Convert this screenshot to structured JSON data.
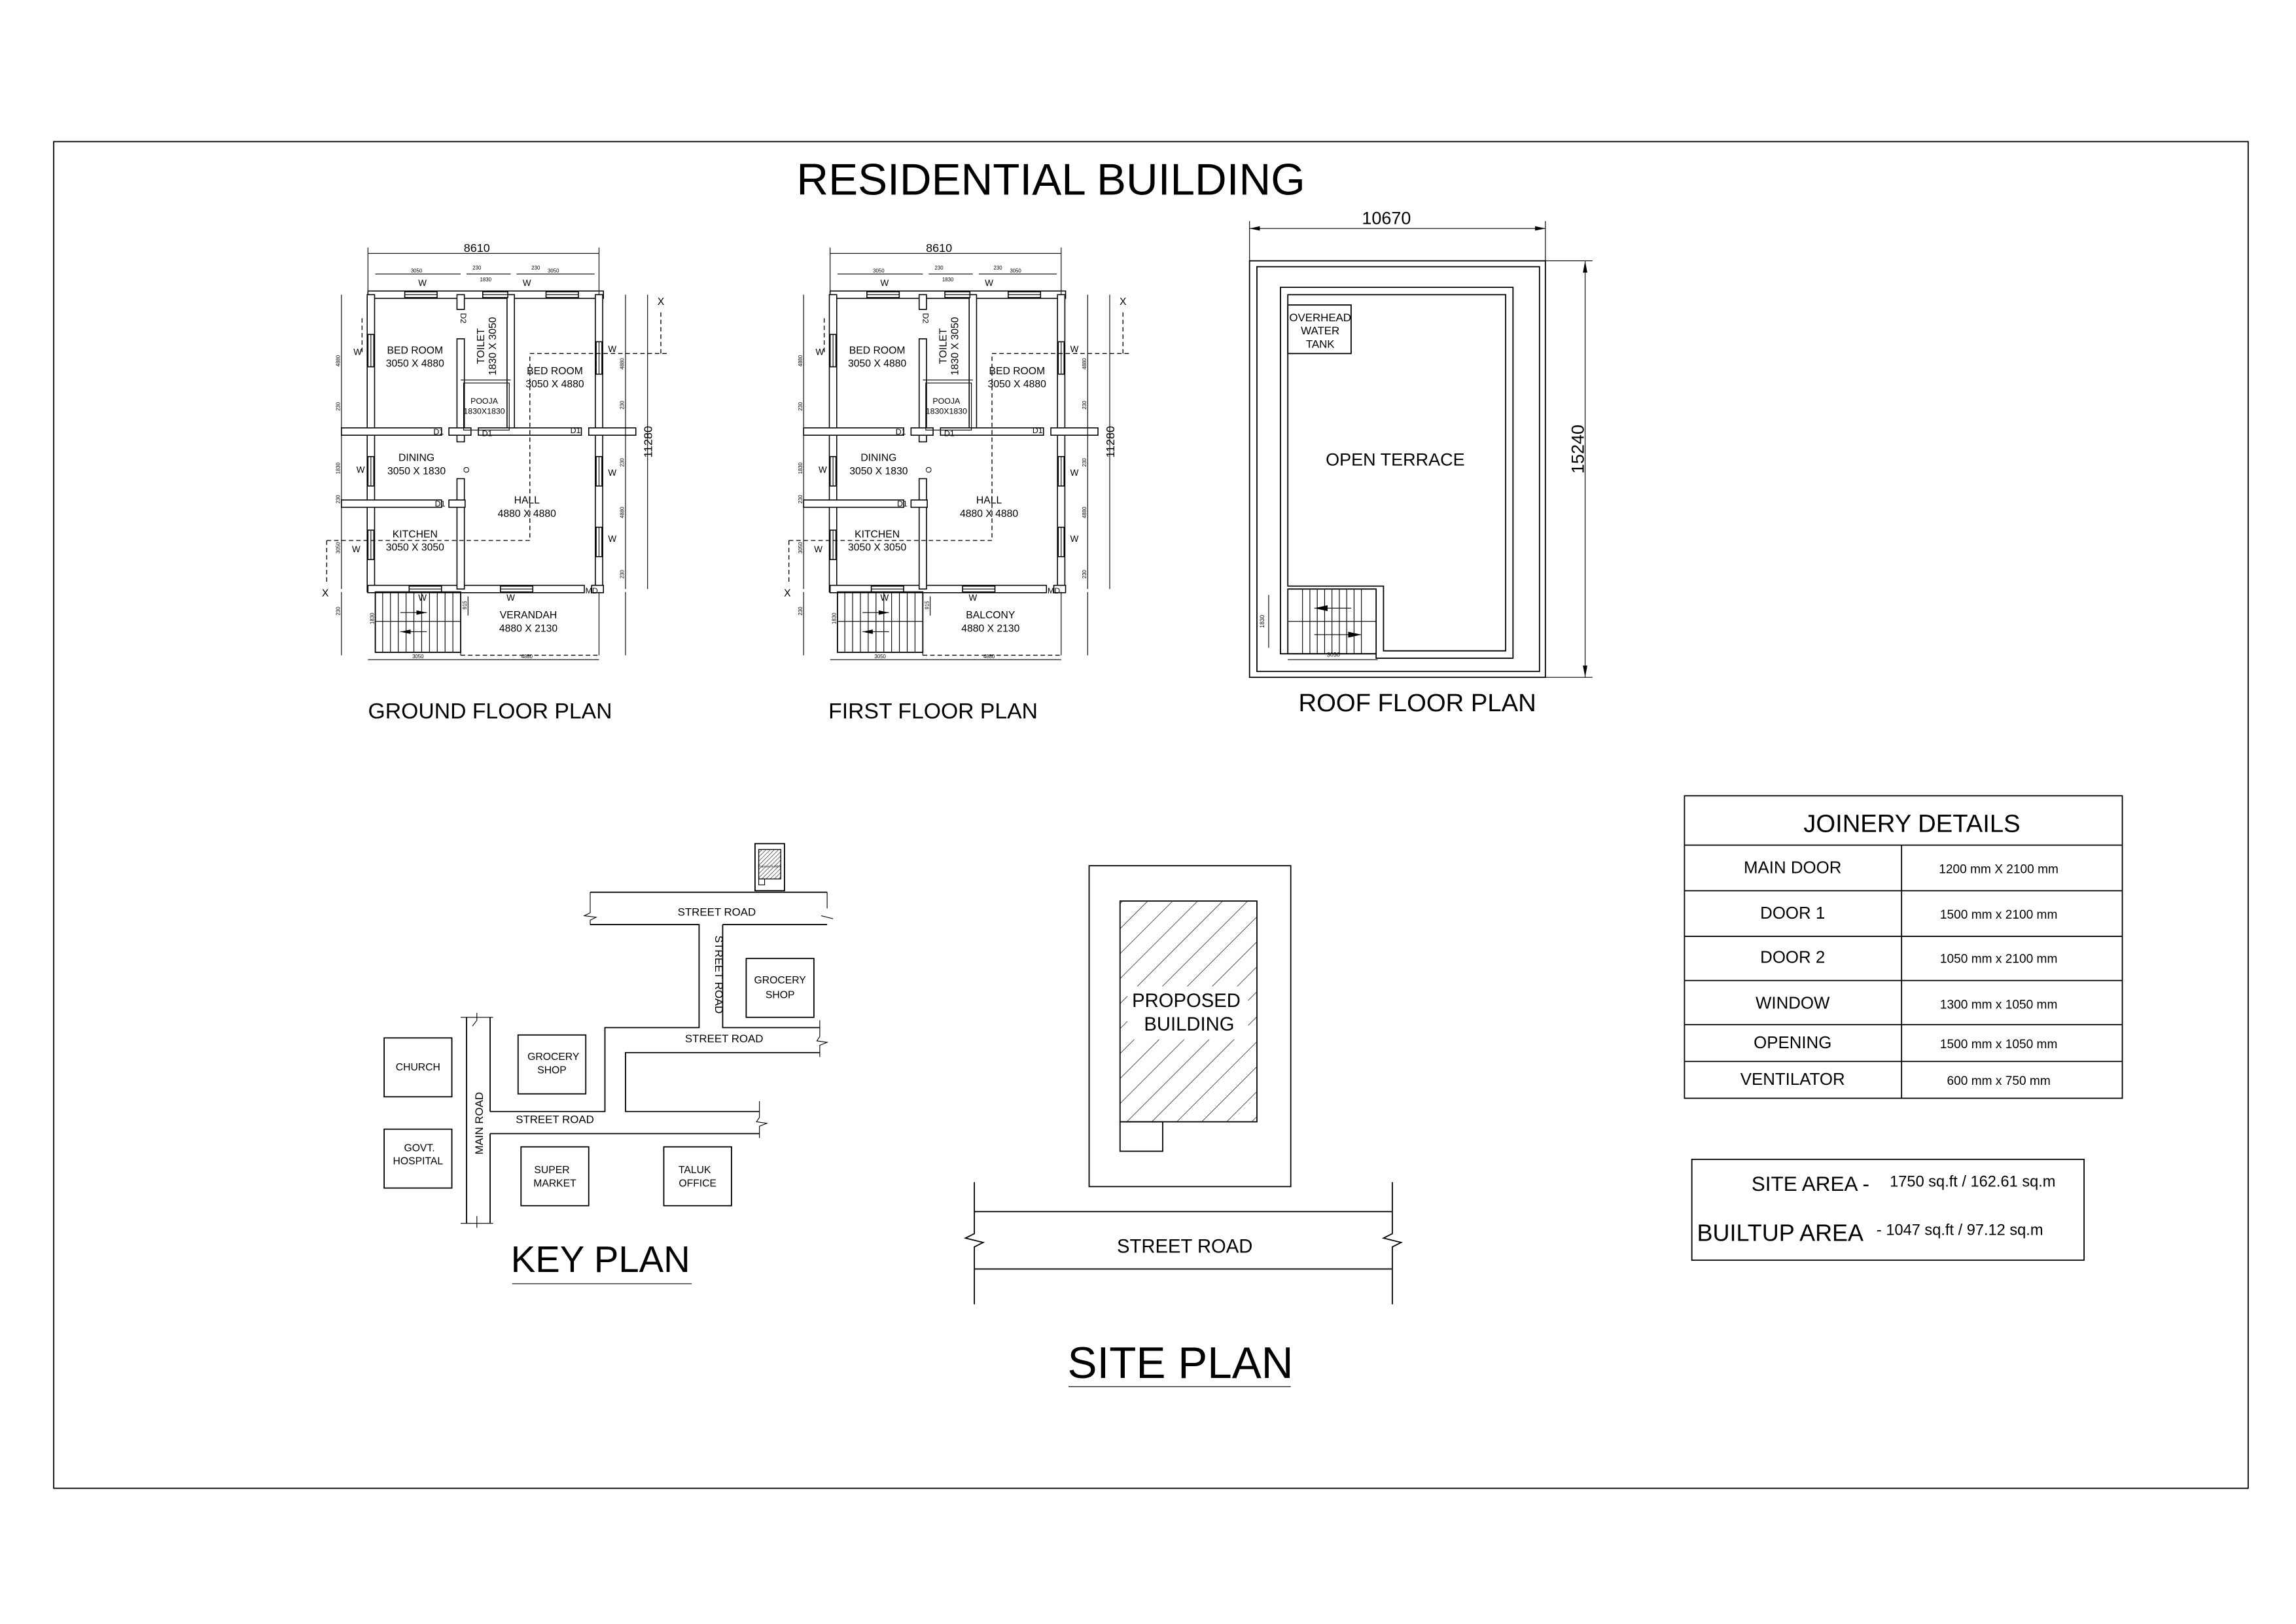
{
  "title": "RESIDENTIAL BUILDING",
  "colors": {
    "ink": "#000000",
    "paper": "#ffffff"
  },
  "ground_floor": {
    "title": "GROUND FLOOR PLAN",
    "overall_width": "8610",
    "overall_depth": "11280",
    "rooms": [
      {
        "name": "BED ROOM",
        "size": "3050 X 4880"
      },
      {
        "name": "TOILET",
        "size": "1830 X 3050"
      },
      {
        "name": "BED ROOM",
        "size": "3050 X 4880"
      },
      {
        "name": "POOJA",
        "size": "1830X1830"
      },
      {
        "name": "DINING",
        "size": "3050 X 1830"
      },
      {
        "name": "HALL",
        "size": "4880 X 4880"
      },
      {
        "name": "KITCHEN",
        "size": "3050 X 3050"
      },
      {
        "name": "VERANDAH",
        "size": "4880 X 2130"
      }
    ],
    "openings": [
      "D1",
      "D1",
      "D1",
      "D1",
      "D2",
      "MD",
      "O",
      "W",
      "W",
      "W",
      "W",
      "W",
      "W",
      "W",
      "W",
      "W",
      "W"
    ],
    "section_marks": [
      "X",
      "X"
    ],
    "top_dims": [
      "3050",
      "230",
      "1830",
      "230",
      "3050"
    ],
    "left_dims": [
      "4880",
      "230",
      "1830",
      "230",
      "3050",
      "230"
    ],
    "right_dims": [
      "4880",
      "230",
      "230",
      "4880",
      "230"
    ],
    "bottom_dims": [
      "3050",
      "4880"
    ],
    "stair_dim": "1830",
    "step_dim": "915"
  },
  "first_floor": {
    "title": "FIRST FLOOR PLAN",
    "overall_width": "8610",
    "overall_depth": "11280",
    "rooms": [
      {
        "name": "BED ROOM",
        "size": "3050 X 4880"
      },
      {
        "name": "TOILET",
        "size": "1830 X 3050"
      },
      {
        "name": "BED ROOM",
        "size": "3050 X 4880"
      },
      {
        "name": "POOJA",
        "size": "1830X1830"
      },
      {
        "name": "DINING",
        "size": "3050 X 1830"
      },
      {
        "name": "HALL",
        "size": "4880 X 4880"
      },
      {
        "name": "KITCHEN",
        "size": "3050 X 3050"
      },
      {
        "name": "BALCONY",
        "size": "4880 X 2130"
      }
    ],
    "openings": [
      "D1",
      "D1",
      "D1",
      "D1",
      "D2",
      "MD",
      "O",
      "W",
      "W",
      "W",
      "W",
      "W",
      "W",
      "W",
      "W",
      "W",
      "W"
    ],
    "section_marks": [
      "X",
      "X"
    ],
    "top_dims": [
      "3050",
      "230",
      "1830",
      "230",
      "3050"
    ],
    "left_dims": [
      "4880",
      "230",
      "1830",
      "230",
      "3050",
      "230"
    ],
    "right_dims": [
      "4880",
      "230",
      "230",
      "4880",
      "230"
    ],
    "bottom_dims": [
      "3050",
      "4880"
    ],
    "stair_dim": "1830",
    "step_dim": "915"
  },
  "roof": {
    "title": "ROOF FLOOR PLAN",
    "width": "10670",
    "depth": "15240",
    "terrace": "OPEN TERRACE",
    "tank": [
      "OVERHEAD",
      "WATER",
      "TANK"
    ],
    "stair_w": "3050",
    "stair_d": "1830"
  },
  "key_plan": {
    "title": "KEY PLAN",
    "roads": [
      "STREET ROAD",
      "STREET ROAD",
      "STREET ROAD",
      "STREET ROAD",
      "MAIN ROAD"
    ],
    "landmarks": [
      [
        "CHURCH"
      ],
      [
        "GROCERY",
        "SHOP"
      ],
      [
        "GROCERY",
        "SHOP"
      ],
      [
        "GOVT.",
        "HOSPITAL"
      ],
      [
        "SUPER",
        "MARKET"
      ],
      [
        "TALUK",
        "OFFICE"
      ]
    ],
    "site_label": "Proposed building"
  },
  "site_plan": {
    "title": "SITE PLAN",
    "building": [
      "PROPOSED",
      "BUILDING"
    ],
    "road": "STREET ROAD"
  },
  "joinery": {
    "title": "JOINERY DETAILS",
    "rows": [
      {
        "item": "MAIN DOOR",
        "size": "1200 mm X 2100 mm"
      },
      {
        "item": "DOOR 1",
        "size": "1500 mm x 2100 mm"
      },
      {
        "item": "DOOR 2",
        "size": "1050 mm x 2100 mm"
      },
      {
        "item": "WINDOW",
        "size": "1300 mm x 1050 mm"
      },
      {
        "item": "OPENING",
        "size": "1500 mm x 1050 mm"
      },
      {
        "item": "VENTILATOR",
        "size": "600 mm x 750 mm"
      }
    ]
  },
  "areas": {
    "site_label": "SITE AREA -",
    "site_value": "1750 sq.ft / 162.61 sq.m",
    "builtup_label": "BUILTUP AREA",
    "builtup_value": "- 1047 sq.ft / 97.12 sq.m"
  }
}
